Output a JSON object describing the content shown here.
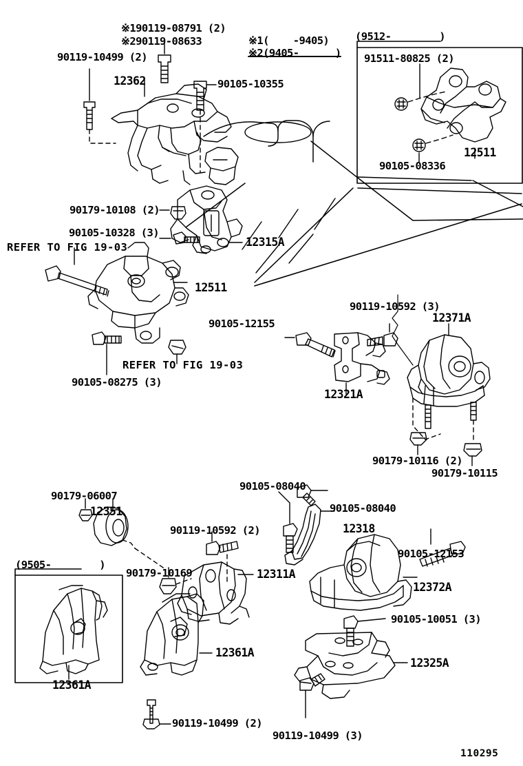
{
  "diagram": {
    "figure_number": "110295",
    "title_block": {
      "note_line1": "※1(    -9405)",
      "note_line2": "※2(9405-      )"
    },
    "insets": [
      {
        "id": "inset-9512",
        "range_label": "(9512-        )",
        "part_label": "12511",
        "callouts": [
          "91511-80825 (2)",
          "90105-08336"
        ]
      },
      {
        "id": "inset-9505",
        "range_label": "(9505-        )",
        "part_label": "12361A",
        "callouts": []
      }
    ],
    "callouts": [
      {
        "id": "c01",
        "text": "※190119-08791 (2)"
      },
      {
        "id": "c02",
        "text": "※290119-08633"
      },
      {
        "id": "c03",
        "text": "90119-10499 (2)"
      },
      {
        "id": "c04",
        "text": "12362"
      },
      {
        "id": "c05",
        "text": "90105-10355"
      },
      {
        "id": "c06",
        "text": "91511-80825 (2)"
      },
      {
        "id": "c07",
        "text": "90105-08336"
      },
      {
        "id": "c08",
        "text": "12511"
      },
      {
        "id": "c09",
        "text": "90179-10108 (2)"
      },
      {
        "id": "c10",
        "text": "90105-10328 (3)"
      },
      {
        "id": "c11",
        "text": "REFER TO FIG 19-03"
      },
      {
        "id": "c12",
        "text": "12315A"
      },
      {
        "id": "c13",
        "text": "12511"
      },
      {
        "id": "c14",
        "text": "REFER TO FIG 19-03"
      },
      {
        "id": "c15",
        "text": "90105-08275 (3)"
      },
      {
        "id": "c16",
        "text": "90105-12155"
      },
      {
        "id": "c17",
        "text": "90119-10592 (3)"
      },
      {
        "id": "c18",
        "text": "12371A"
      },
      {
        "id": "c19",
        "text": "12321A"
      },
      {
        "id": "c20",
        "text": "90179-10116 (2)"
      },
      {
        "id": "c21",
        "text": "90179-10115"
      },
      {
        "id": "c22",
        "text": "90179-06007"
      },
      {
        "id": "c23",
        "text": "12351"
      },
      {
        "id": "c24",
        "text": "90105-08040"
      },
      {
        "id": "c25",
        "text": "90105-08040"
      },
      {
        "id": "c26",
        "text": "12318"
      },
      {
        "id": "c27",
        "text": "90119-10592 (2)"
      },
      {
        "id": "c28",
        "text": "90179-10169"
      },
      {
        "id": "c29",
        "text": "12311A"
      },
      {
        "id": "c30",
        "text": "90105-12153"
      },
      {
        "id": "c31",
        "text": "12372A"
      },
      {
        "id": "c32",
        "text": "90105-10051 (3)"
      },
      {
        "id": "c33",
        "text": "12325A"
      },
      {
        "id": "c34",
        "text": "12361A"
      },
      {
        "id": "c35",
        "text": "12361A"
      },
      {
        "id": "c36",
        "text": "90119-10499 (2)"
      },
      {
        "id": "c37",
        "text": "90119-10499 (3)"
      }
    ],
    "colors": {
      "ink": "#000000",
      "paper": "#ffffff"
    }
  }
}
